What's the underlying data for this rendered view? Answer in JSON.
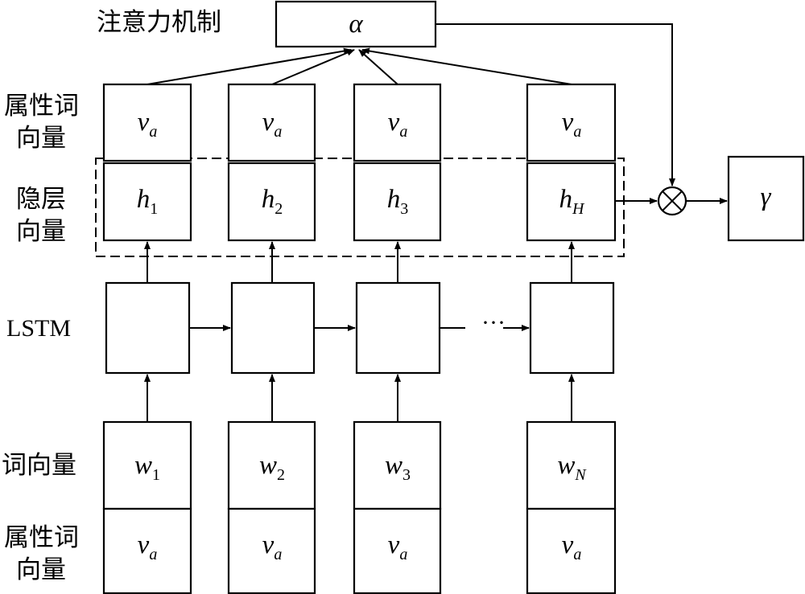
{
  "labels": {
    "attention": "注意力机制",
    "aspect_vector_top_line1": "属性词",
    "aspect_vector_top_line2": "向量",
    "hidden_line1": "隐层",
    "hidden_line2": "向量",
    "lstm": "LSTM",
    "word_vector": "词向量",
    "aspect_vector_bottom_line1": "属性词",
    "aspect_vector_bottom_line2": "向量"
  },
  "attention_symbol": "α",
  "output_symbol": "γ",
  "ellipsis": "···",
  "columns": [
    {
      "aspect_var": "v",
      "aspect_sub": "a",
      "hidden_var": "h",
      "hidden_sub": "1",
      "word_var": "w",
      "word_sub": "1"
    },
    {
      "aspect_var": "v",
      "aspect_sub": "a",
      "hidden_var": "h",
      "hidden_sub": "2",
      "word_var": "w",
      "word_sub": "2"
    },
    {
      "aspect_var": "v",
      "aspect_sub": "a",
      "hidden_var": "h",
      "hidden_sub": "3",
      "word_var": "w",
      "word_sub": "3"
    },
    {
      "aspect_var": "v",
      "aspect_sub": "a",
      "hidden_var": "h",
      "hidden_sub": "H",
      "word_var": "w",
      "word_sub": "N"
    }
  ]
}
